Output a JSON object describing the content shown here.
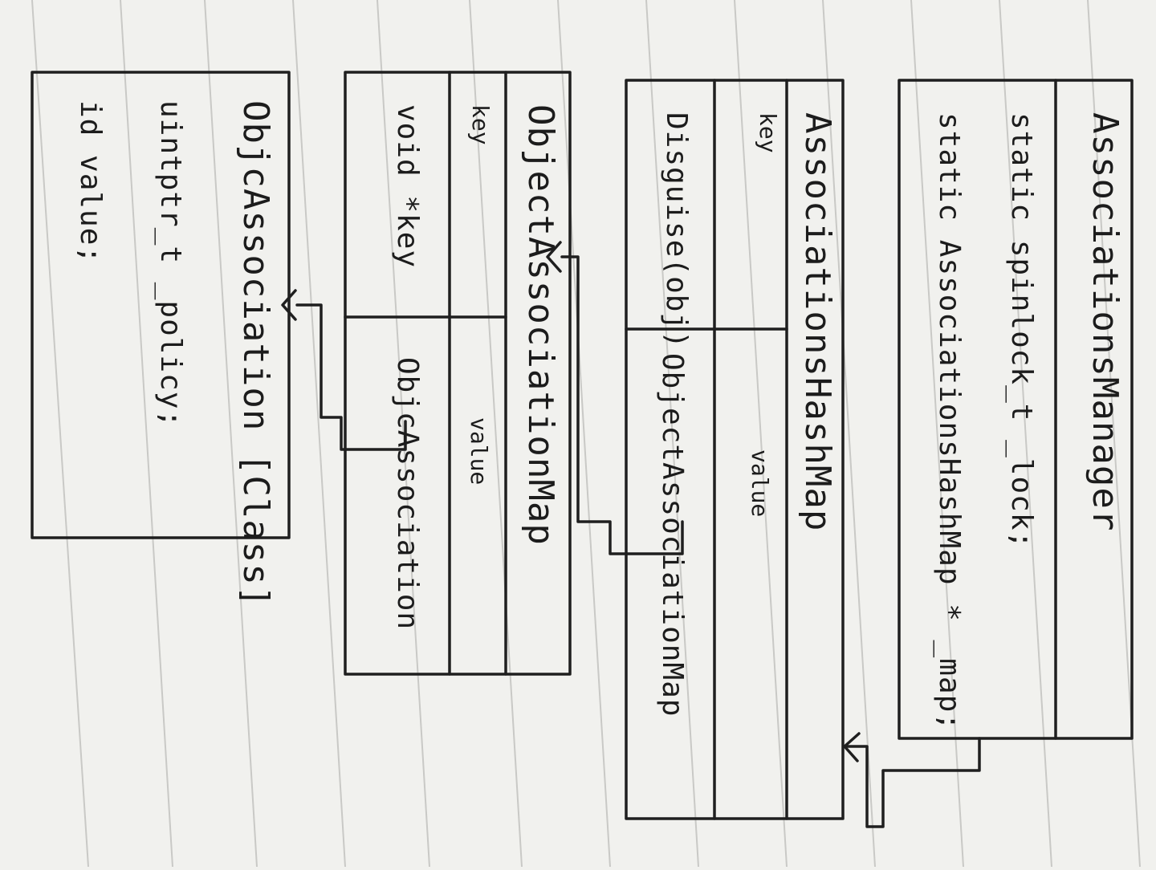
{
  "associations_manager": {
    "title": "AssociationsManager",
    "fields": [
      "static spinlock_t _lock;",
      "static AssociationsHashMap * _map;"
    ]
  },
  "associations_hash_map": {
    "title": "AssociationsHashMap",
    "key_label": "key",
    "key_value": "Disguise(obj)",
    "value_label": "value",
    "value_value": "ObjectAssociationMap"
  },
  "object_association_map": {
    "title": "ObjectAssociationMap",
    "key_label": "key",
    "key_value": "void *key",
    "value_label": "value",
    "value_value": "ObjcAssociation"
  },
  "objc_association": {
    "title": "ObjcAssociation [Class]",
    "fields": [
      "uintptr_t _policy;",
      "id value;"
    ]
  }
}
